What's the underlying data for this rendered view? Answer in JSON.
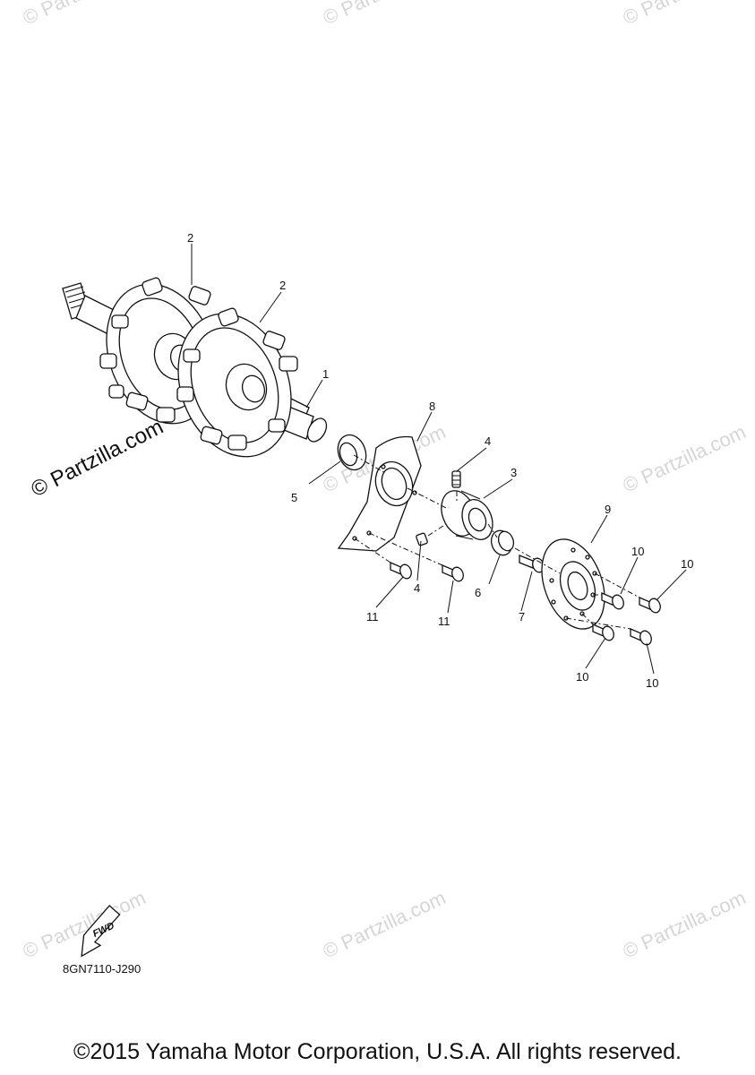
{
  "watermark": {
    "text": "© Partzilla.com",
    "main_text": "© Partzilla.com"
  },
  "diagram_code": "8GN7110-J290",
  "fwd_label": "FWD",
  "copyright": "©2015 Yamaha Motor Corporation, U.S.A. All rights reserved.",
  "callouts": {
    "c1": "1",
    "c2a": "2",
    "c2b": "2",
    "c3": "3",
    "c4a": "4",
    "c4b": "4",
    "c5": "5",
    "c6": "6",
    "c7": "7",
    "c8": "8",
    "c9": "9",
    "c10a": "10",
    "c10b": "10",
    "c10c": "10",
    "c10d": "10",
    "c11a": "11",
    "c11b": "11"
  }
}
